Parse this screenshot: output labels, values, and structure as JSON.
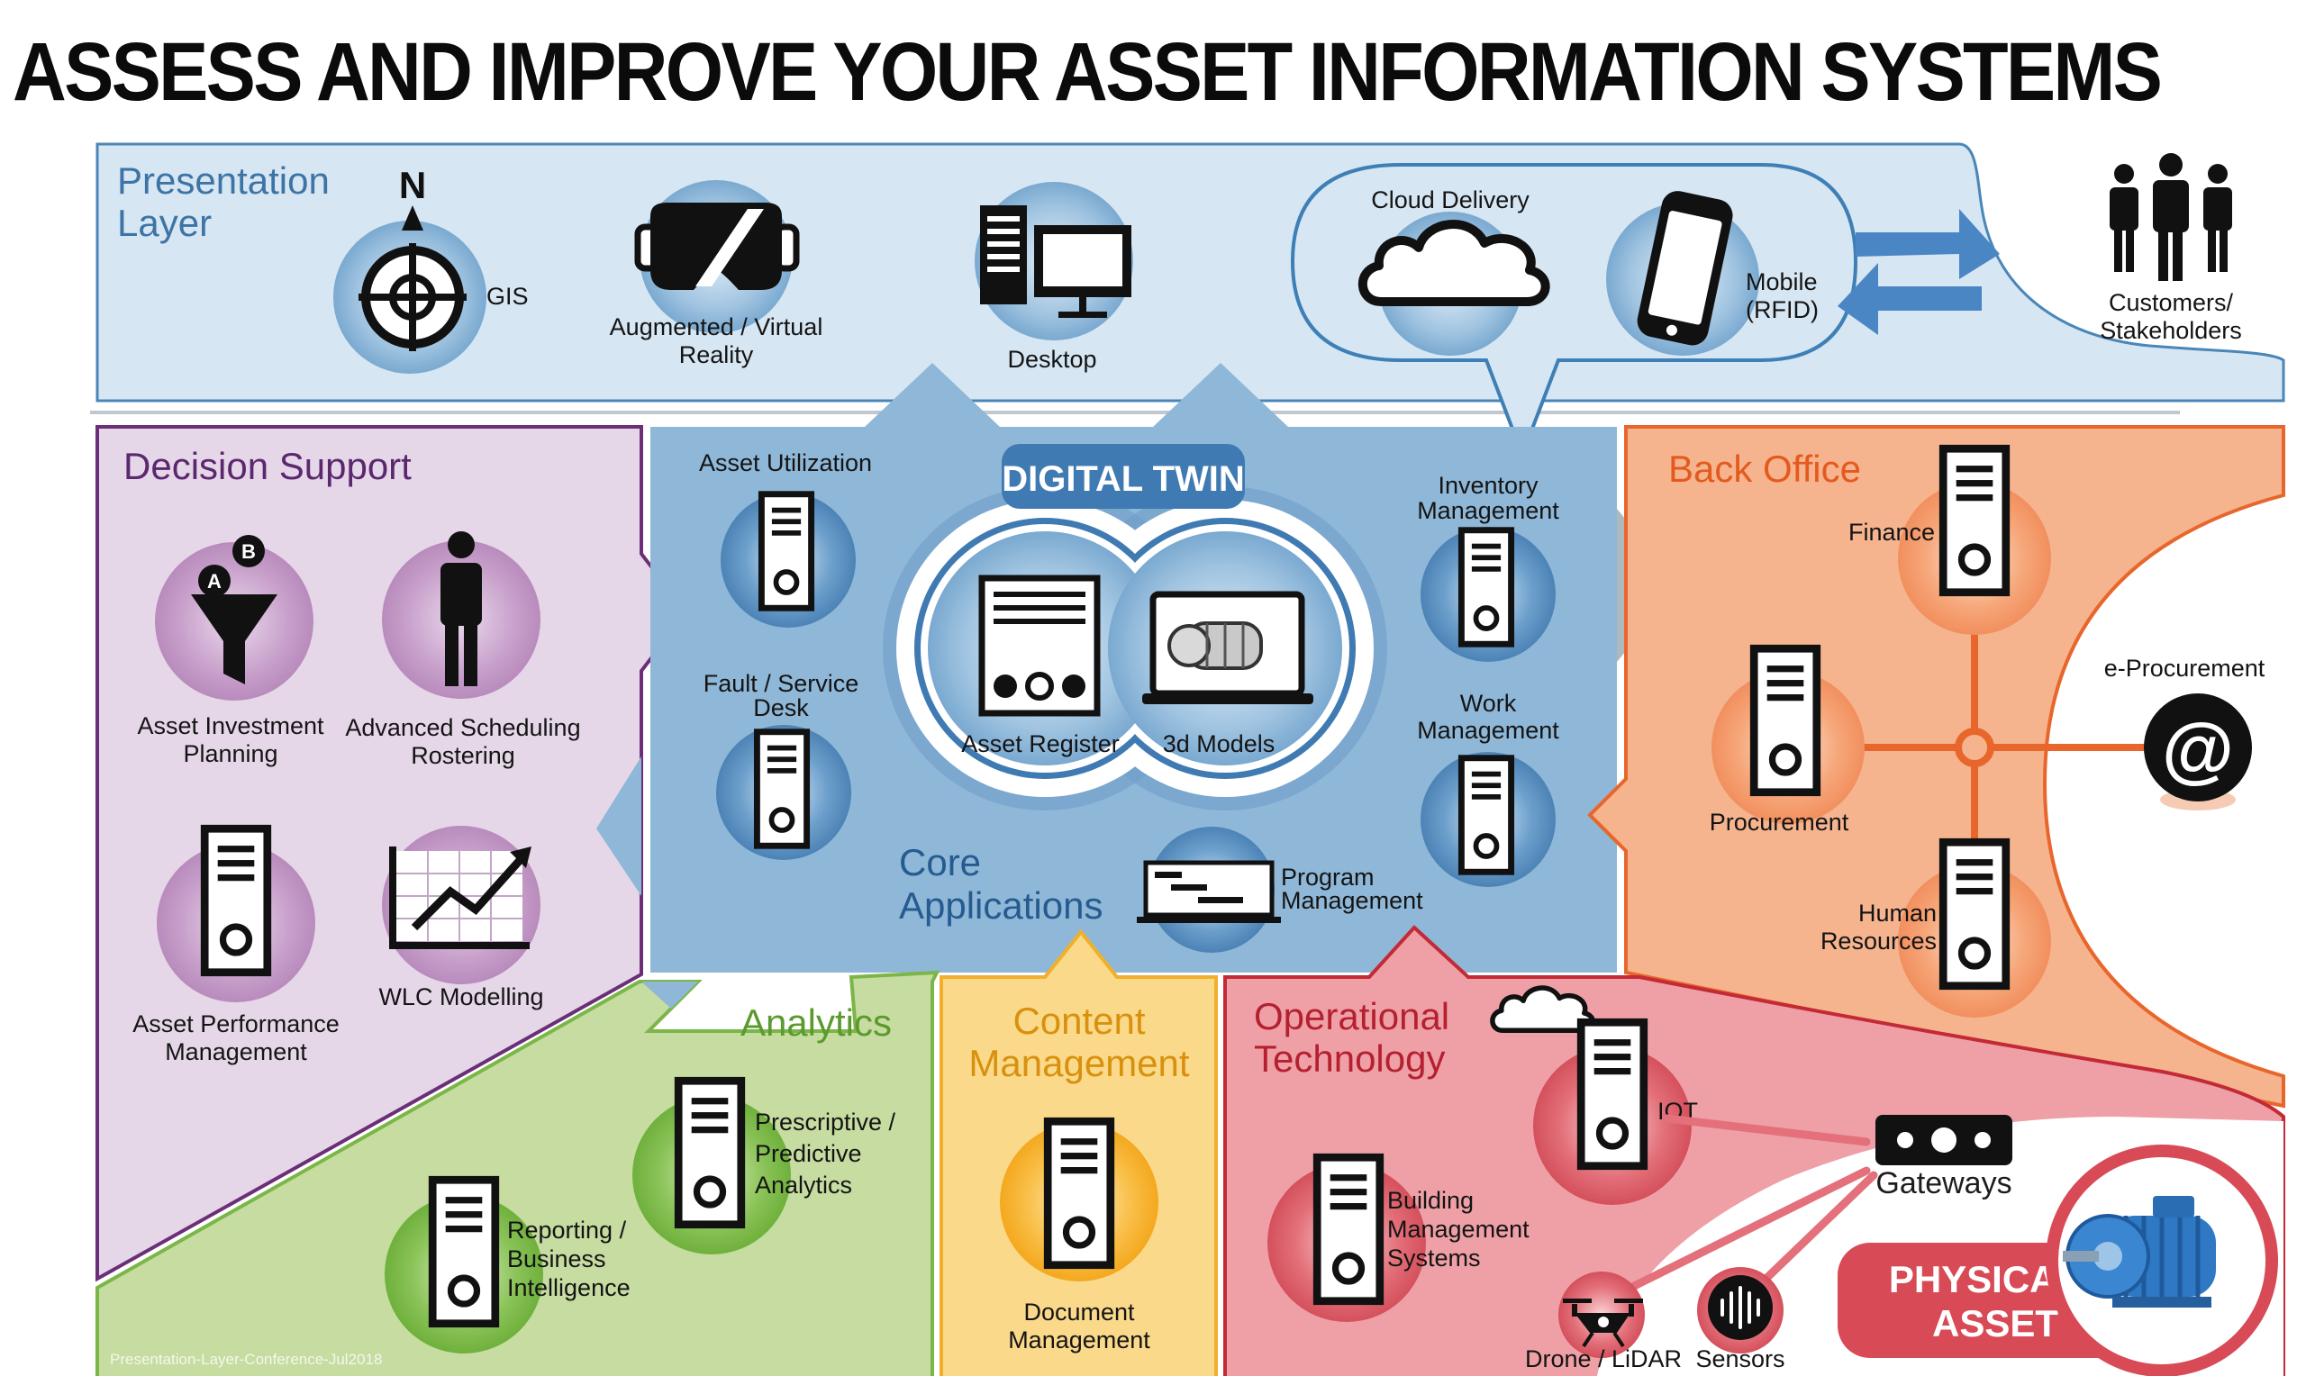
{
  "title": "ASSESS AND IMPROVE YOUR ASSET INFORMATION SYSTEMS",
  "footer": "Presentation-Layer-Conference-Jul2018",
  "colors": {
    "presentation": "#d6e6f2",
    "presentation_border": "#4a86b8",
    "decision": "#e6d7e8",
    "decision_border": "#6b2f78",
    "core": "#8fb7d7",
    "back_office": "#f5b48e",
    "back_office_border": "#e8662c",
    "analytics": "#c6dca0",
    "analytics_border": "#7ab648",
    "content": "#fbd98a",
    "content_border": "#f0b02c",
    "ot": "#eea0a6",
    "ot_border": "#c42a36"
  },
  "presentation": {
    "title_line1": "Presentation",
    "title_line2": "Layer",
    "north": "N",
    "gis": "GIS",
    "ar_line1": "Augmented / Virtual",
    "ar_line2": "Reality",
    "desktop": "Desktop",
    "cloud": "Cloud Delivery",
    "mobile_line1": "Mobile",
    "mobile_line2": "(RFID)",
    "customers_line1": "Customers/",
    "customers_line2": "Stakeholders"
  },
  "decision": {
    "title": "Decision Support",
    "aip_line1": "Asset Investment",
    "aip_line2": "Planning",
    "sched_line1": "Advanced Scheduling",
    "sched_line2": "Rostering",
    "apm_line1": "Asset Performance",
    "apm_line2": "Management",
    "wlc": "WLC Modelling",
    "funnel_a": "A",
    "funnel_b": "B"
  },
  "core": {
    "digital_twin": "DIGITAL TWIN",
    "asset_register": "Asset Register",
    "models": "3d Models",
    "utilization": "Asset Utilization",
    "fault_line1": "Fault / Service",
    "fault_line2": "Desk",
    "inventory_line1": "Inventory",
    "inventory_line2": "Management",
    "work_line1": "Work",
    "work_line2": "Management",
    "program_line1": "Program",
    "program_line2": "Management",
    "title_line1": "Core",
    "title_line2": "Applications"
  },
  "back_office": {
    "title": "Back Office",
    "finance": "Finance",
    "procurement": "Procurement",
    "hr_line1": "Human",
    "hr_line2": "Resources",
    "eproc": "e-Procurement",
    "at": "@"
  },
  "analytics": {
    "title": "Analytics",
    "pred_line1": "Prescriptive /",
    "pred_line2": "Predictive",
    "pred_line3": "Analytics",
    "rep_line1": "Reporting /",
    "rep_line2": "Business",
    "rep_line3": "Intelligence"
  },
  "content": {
    "title_line1": "Content",
    "title_line2": "Management",
    "doc_line1": "Document",
    "doc_line2": "Management"
  },
  "ot": {
    "title_line1": "Operational",
    "title_line2": "Technology",
    "iot": "IOT",
    "bms_line1": "Building",
    "bms_line2": "Management",
    "bms_line3": "Systems",
    "gateways": "Gateways",
    "drone": "Drone / LiDAR",
    "sensors": "Sensors",
    "physical_line1": "PHYSICAL",
    "physical_line2": "ASSET"
  }
}
